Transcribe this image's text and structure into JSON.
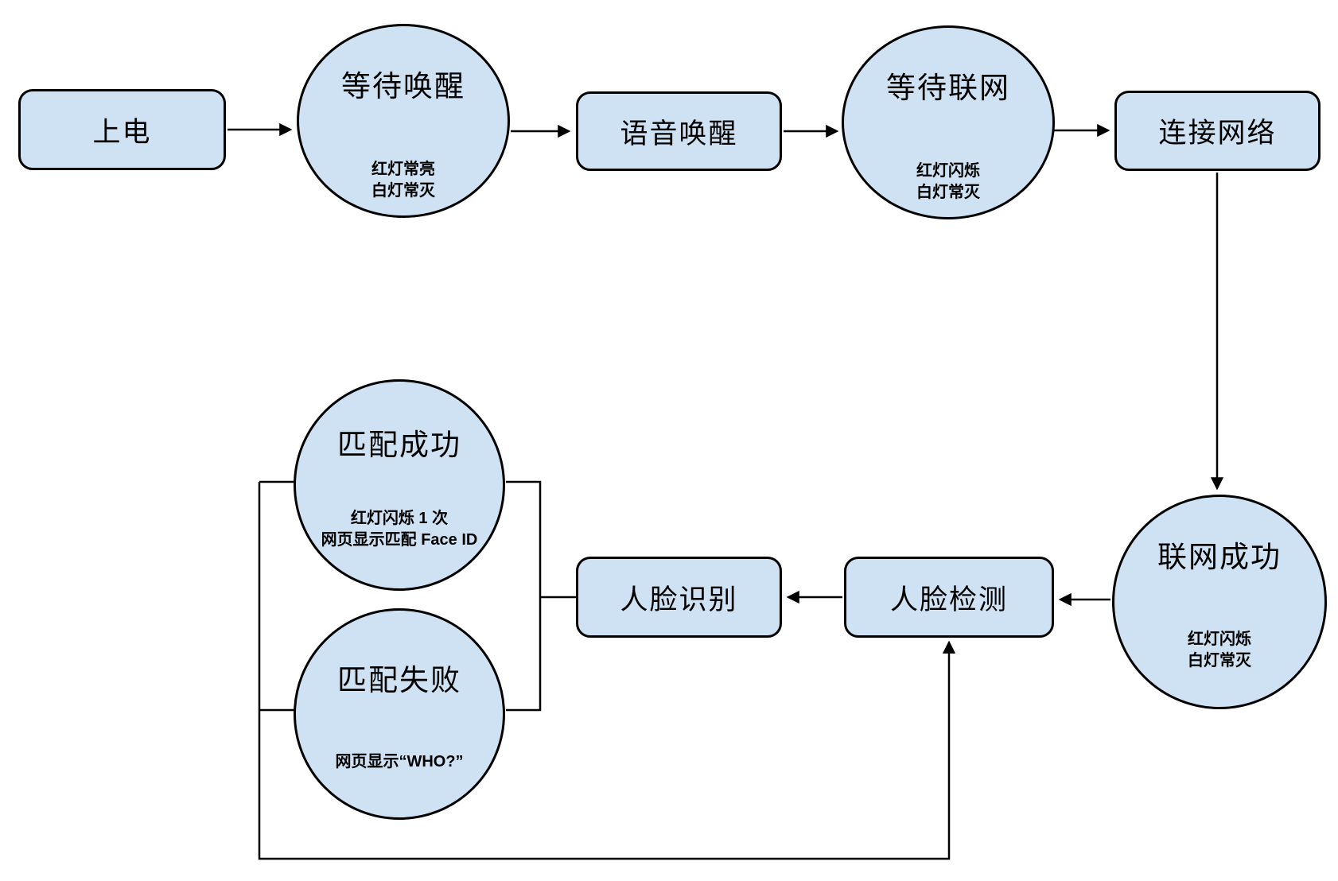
{
  "diagram": {
    "background_color": "#ffffff",
    "node_fill_color": "#cfe2f3",
    "node_stroke_color": "#000000",
    "nodes": {
      "power_on": {
        "label": "上电"
      },
      "wait_wake": {
        "label": "等待唤醒",
        "sub1": "红灯常亮",
        "sub2": "白灯常灭"
      },
      "voice_wake": {
        "label": "语音唤醒"
      },
      "wait_network": {
        "label": "等待联网",
        "sub1": "红灯闪烁",
        "sub2": "白灯常灭"
      },
      "connect_network": {
        "label": "连接网络"
      },
      "network_success": {
        "label": "联网成功",
        "sub1": "红灯闪烁",
        "sub2": "白灯常灭"
      },
      "face_detect": {
        "label": "人脸检测"
      },
      "face_recognize": {
        "label": "人脸识别"
      },
      "match_success": {
        "label": "匹配成功",
        "sub1": "红灯闪烁 1 次",
        "sub2": "网页显示匹配 Face ID"
      },
      "match_fail": {
        "label": "匹配失败",
        "sub1": "网页显示“WHO?”"
      }
    }
  }
}
